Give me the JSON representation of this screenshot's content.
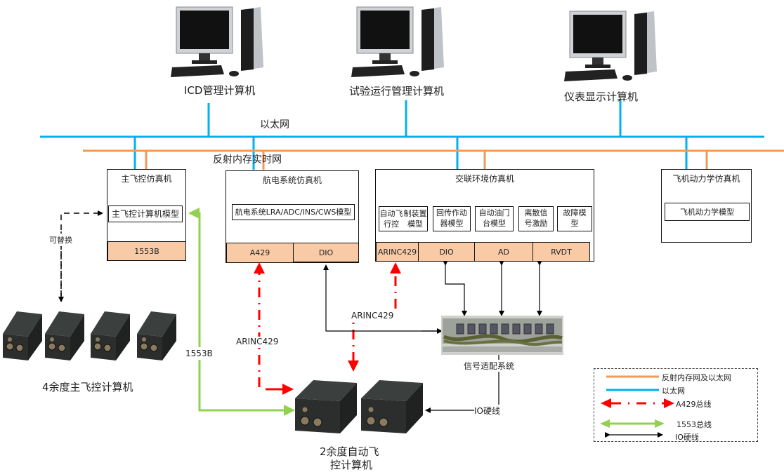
{
  "title": "",
  "networks": {
    "ethernet": {
      "label": "以太网",
      "color": "#00b0f0"
    },
    "reflective_memory": {
      "label": "反射内存实时网",
      "color": "#f19a55"
    }
  },
  "computers": [
    {
      "label": "ICD管理计算机",
      "icon": "desktop-computer-icon"
    },
    {
      "label": "试验运行管理计算机",
      "icon": "desktop-computer-icon"
    },
    {
      "label": "仪表显示计算机",
      "icon": "desktop-computer-icon"
    }
  ],
  "simulators": {
    "main_fc": {
      "title": "主飞控仿真机",
      "model": "主飞控计算机模型",
      "ports": [
        "1553B"
      ]
    },
    "avionics": {
      "title": "航电系统仿真机",
      "model": "航电系统LRA/ADC/INS/CWS模型",
      "ports": [
        "A429",
        "DIO"
      ]
    },
    "cross_env": {
      "title": "交联环境仿真机",
      "models": [
        "自动飞行控制装置模型",
        "回传作动器模型",
        "自动油门台模型",
        "离散信号激励",
        "故障模型"
      ],
      "models_lines": [
        [
          "自动飞行控",
          "制装置模型"
        ],
        [
          "回传作动",
          "器模型"
        ],
        [
          "自动油门",
          "台模型"
        ],
        [
          "离散信",
          "号激励"
        ],
        [
          "故障模",
          "型"
        ]
      ],
      "ports": [
        "ARINC429",
        "DIO",
        "AD",
        "RVDT"
      ]
    },
    "flight_dyn": {
      "title": "飞机动力学仿真机",
      "model": "飞机动力学模型"
    }
  },
  "hardware": {
    "main_fc_units": {
      "label": "4余度主飞控计算机",
      "count": 4,
      "icon": "flight-computer-unit-icon"
    },
    "autopilot_units": {
      "label_lines": [
        "2余度自动飞",
        "控计算机"
      ],
      "count": 2,
      "icon": "flight-computer-unit-icon"
    },
    "signal_adapter": {
      "label": "信号适配系统",
      "icon": "signal-adapter-rack-icon"
    }
  },
  "connections": {
    "replaceable": "可替换",
    "bus_1553": "1553B",
    "arinc_left": "ARINC429",
    "arinc_mid": "ARINC429",
    "io_hardwire": "IO硬线"
  },
  "legend": {
    "items": [
      {
        "label": "反射内存网及以太网",
        "style": "orange-line",
        "color": "#f19a55"
      },
      {
        "label": "以太网",
        "style": "blue-line",
        "color": "#00b0f0"
      },
      {
        "label": "A429总线",
        "style": "red-dashdot-double-arrow",
        "color": "#ff0000"
      },
      {
        "label": "1553总线",
        "style": "green-double-arrow",
        "color": "#92d050"
      },
      {
        "label": "IO硬线",
        "style": "black-double-arrow",
        "color": "#000000"
      }
    ]
  }
}
